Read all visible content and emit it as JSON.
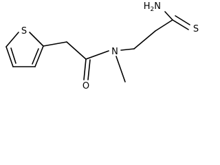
{
  "molecule": {
    "atoms": {
      "thiophene_s": "S",
      "amide_o": "O",
      "amide_n": "N",
      "thioamide_s": "S",
      "amine": "H2N"
    },
    "colors": {
      "bond": "#000000",
      "text": "#000000",
      "background": "#ffffff"
    }
  }
}
